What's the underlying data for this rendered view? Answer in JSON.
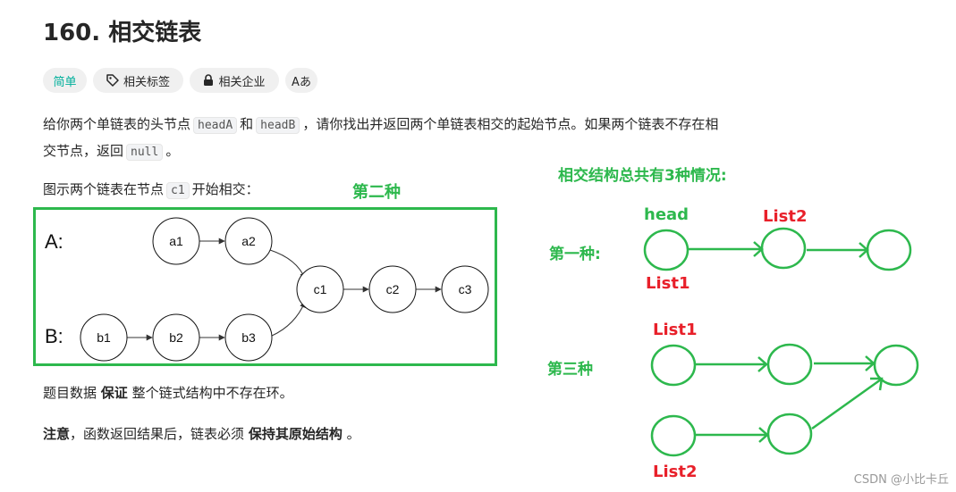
{
  "problem": {
    "title": "160. 相交链表",
    "tags": {
      "difficulty": "简单",
      "related_tags": "相关标签",
      "related_companies": "相关企业",
      "translate": "Aあ"
    },
    "desc_line1_pre": "给你两个单链表的头节点",
    "headA": "headA",
    "and": "和",
    "headB": "headB",
    "desc_line1_post": "，请你找出并返回两个单链表相交的起始节点。如果两个链表不存在相",
    "desc_line2_pre": "交节点，返回",
    "null": "null",
    "desc_line2_post": "。",
    "fig_caption_pre": "图示两个链表在节点",
    "c1": "c1",
    "fig_caption_post": "开始相交：",
    "guarantee_pre": "题目数据",
    "guarantee_bold": "保证",
    "guarantee_post": "整个链式结构中不存在环。",
    "note_bold": "注意",
    "note_mid": "，函数返回结果后，链表必须",
    "note_bold2": "保持其原始结构",
    "note_end": "。"
  },
  "diagram": {
    "label_a": "A:",
    "label_b": "B:",
    "nodes": {
      "a1": "a1",
      "a2": "a2",
      "b1": "b1",
      "b2": "b2",
      "b3": "b3",
      "c1": "c1",
      "c2": "c2",
      "c3": "c3"
    }
  },
  "annotations": {
    "color": "#2db84d",
    "red": "#e8202a",
    "second_kind": "第二种",
    "summary": "相交结构总共有3种情况:",
    "first_kind": "第一种:",
    "third_kind": "第三种",
    "head": "head",
    "list1_a": "List1",
    "list2_a": "List2",
    "list1_b": "List1",
    "list2_b": "List2"
  },
  "watermark": "CSDN @小比卡丘"
}
